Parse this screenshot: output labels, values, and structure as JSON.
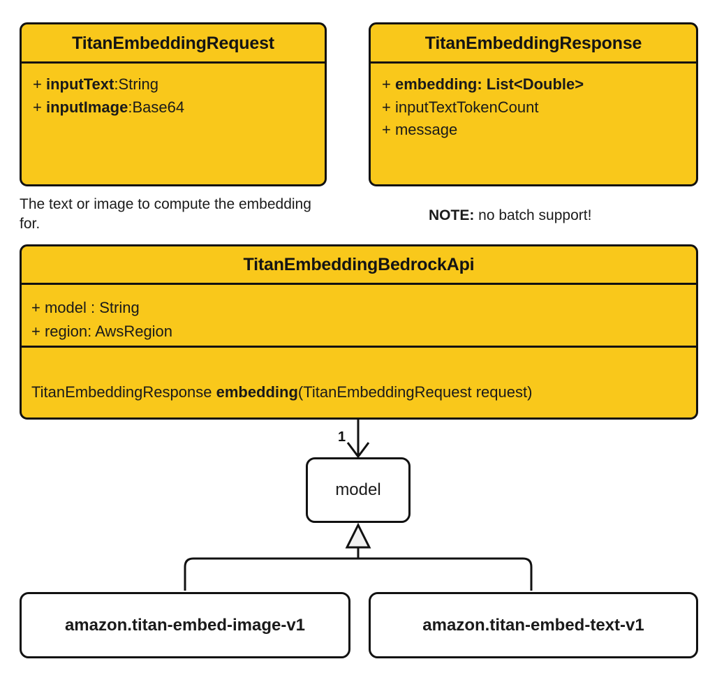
{
  "diagram": {
    "title": "Titan Embedding Bedrock API class diagram",
    "accent_color": "#F9C81B",
    "line_color": "#111111",
    "node_fill": "#FFFFFF"
  },
  "classes": {
    "request": {
      "name": "TitanEmbeddingRequest",
      "attributes": [
        {
          "visibility": "+",
          "name": "inputText",
          "type": ":String",
          "bold_name": true
        },
        {
          "visibility": "+",
          "name": "inputImage",
          "type": ":Base64",
          "bold_name": true
        }
      ]
    },
    "response": {
      "name": "TitanEmbeddingResponse",
      "attributes": [
        {
          "visibility": "+",
          "name": "embedding:  List<Double>",
          "type": "",
          "bold_name": true
        },
        {
          "visibility": "+",
          "name": "inputTextTokenCount",
          "type": "",
          "bold_name": false
        },
        {
          "visibility": "+",
          "name": "message",
          "type": "",
          "bold_name": false
        }
      ]
    },
    "api": {
      "name": "TitanEmbeddingBedrockApi",
      "attributes": [
        {
          "visibility": "+",
          "name": "model : String",
          "type": "",
          "bold_name": false
        },
        {
          "visibility": "+",
          "name": "region: AwsRegion",
          "type": "",
          "bold_name": false
        }
      ],
      "operations": [
        {
          "return_type": "TitanEmbeddingResponse ",
          "name": "embedding",
          "signature": "(TitanEmbeddingRequest request)"
        }
      ]
    }
  },
  "captions": {
    "request_note": "The text or image to compute the embedding for.",
    "response_note_label": "NOTE:",
    "response_note_text": " no batch support!"
  },
  "nodes": {
    "model": "model",
    "image_model": "amazon.titan-embed-image-v1",
    "text_model": "amazon.titan-embed-text-v1"
  },
  "connectors": {
    "multiplicity_one": "1"
  }
}
